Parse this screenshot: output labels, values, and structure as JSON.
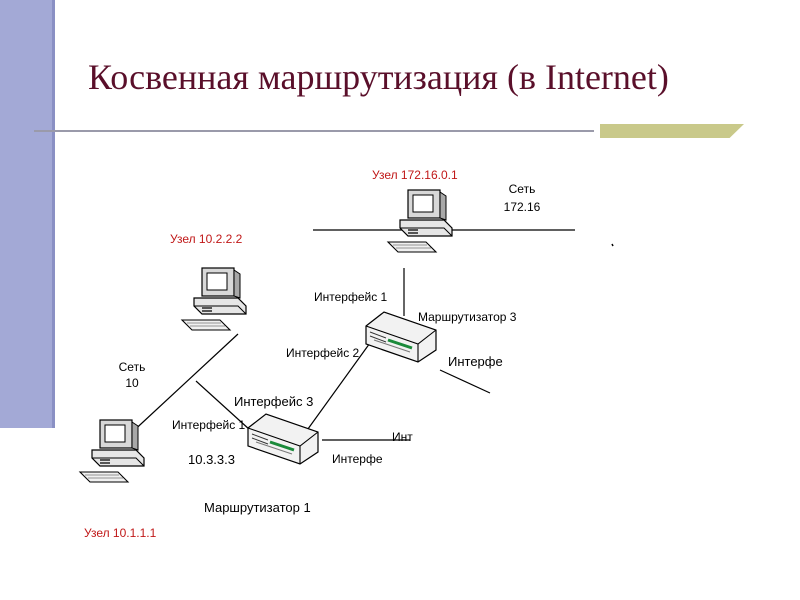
{
  "title": "Косвенная маршрутизация (в Internet)",
  "nodes": {
    "n172": "Узел 172.16.0.1",
    "n10_2": "Узел 10.2.2.2",
    "n10_1": "Узел 10.1.1.1"
  },
  "networks": {
    "net172_label": "Сеть",
    "net172_value": "172.16",
    "net10_label": "Сеть",
    "net10_value": "10"
  },
  "routers": {
    "r3": "Маршрутизатор 3",
    "r1": "Маршрутизатор 1"
  },
  "interfaces": {
    "r3_if1": "Интерфейс 1",
    "r3_if2": "Интерфейс 2",
    "r3_ifcut": "Интерфе",
    "r1_if3": "Интерфейс 3",
    "r1_if1": "Интерфейс 1",
    "r1_ifcut_top": "Инт",
    "r1_ifcut": "Интерфе"
  },
  "address_r1": "10.3.3.3",
  "colors": {
    "title": "#5a0f2a",
    "node_label": "#c01818",
    "left_bar": "#a3a9d6"
  }
}
